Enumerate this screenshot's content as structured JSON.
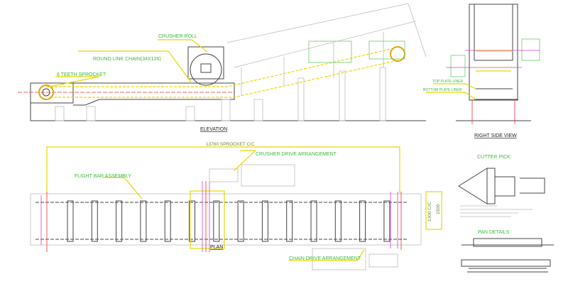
{
  "elevation": {
    "title": "ELEVATION",
    "labels": {
      "crusher_roll": "CRUSHER ROLL",
      "chain": "ROUND LINK CHAIN(34X126)",
      "sprocket": "6 TEETH SPROCKET"
    }
  },
  "right_side_view": {
    "title": "RIGHT SIDE VIEW",
    "labels": {
      "top_liner": "TOP PLATE LINER",
      "bottom_liner": "BOTTOM PLATE LINER"
    }
  },
  "plan": {
    "title": "PLAN",
    "dimension": "13760 SPROCKET C/C",
    "labels": {
      "crusher_drive": "CRUSHER DRIVE ARRANGEMENT",
      "flight_bar": "FLIGHT BAR ASSEMBLY",
      "chain_drive": "CHAIN DRIVE ARRANGEMENT"
    },
    "dim_cc": "1300 C/C",
    "dim_width": "1500"
  },
  "details": {
    "cutter_pick": "CUTTER PICK",
    "pan_details": "PAN DETAILS"
  },
  "colors": {
    "chain": "#e8d800",
    "label": "#3cb83c",
    "centerline": "#ee3333"
  }
}
